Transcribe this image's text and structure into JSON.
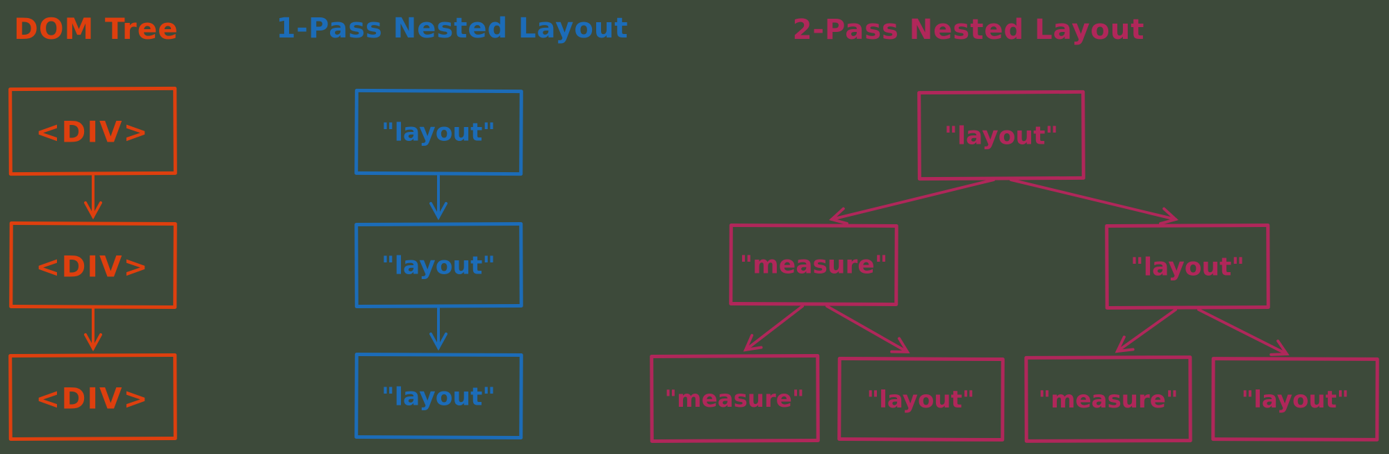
{
  "background": "#3d4a3a",
  "diagrams": {
    "dom_tree": {
      "title": "DOM Tree",
      "color": "#de3f0e",
      "nodes": {
        "n1": "<DIV>",
        "n2": "<DIV>",
        "n3": "<DIV>"
      }
    },
    "one_pass": {
      "title": "1-Pass Nested Layout",
      "color": "#1c6cb8",
      "nodes": {
        "n1": "\"layout\"",
        "n2": "\"layout\"",
        "n3": "\"layout\""
      }
    },
    "two_pass": {
      "title": "2-Pass Nested Layout",
      "color": "#b0275a",
      "nodes": {
        "root": "\"layout\"",
        "left": "\"measure\"",
        "right": "\"layout\"",
        "leaf1": "\"measure\"",
        "leaf2": "\"layout\"",
        "leaf3": "\"measure\"",
        "leaf4": "\"layout\""
      }
    }
  }
}
